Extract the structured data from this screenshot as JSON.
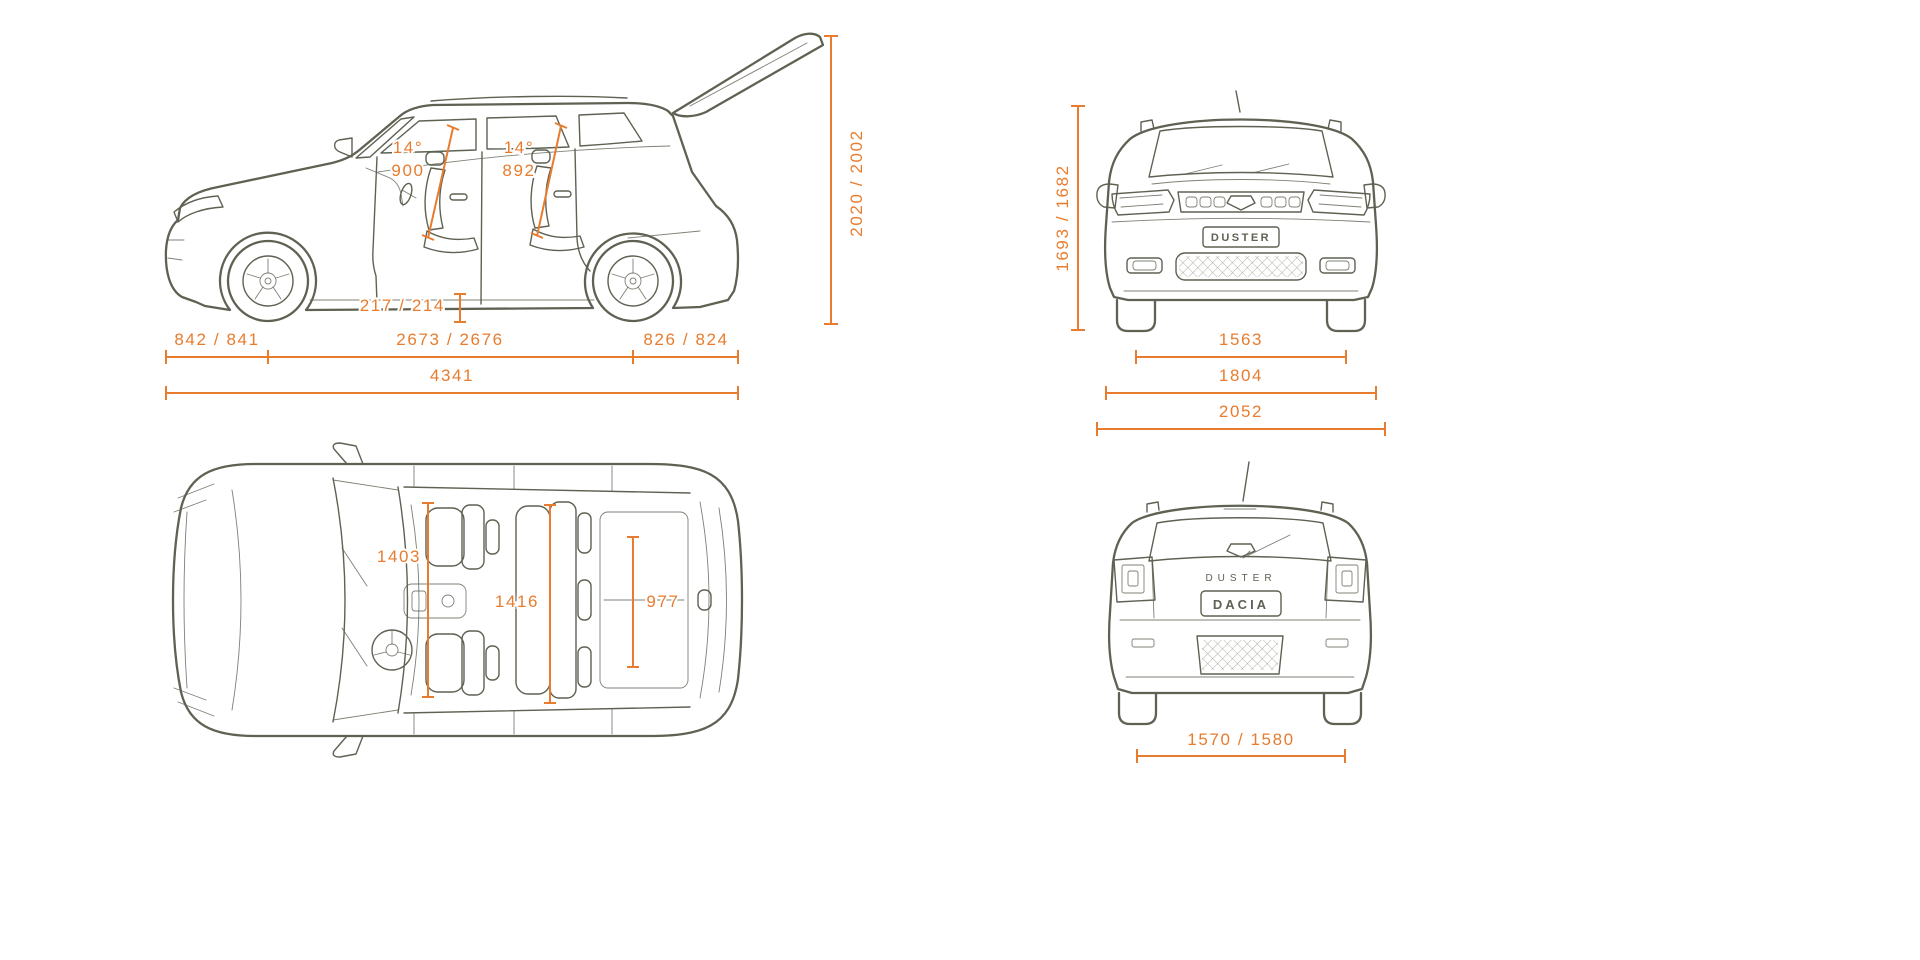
{
  "colors": {
    "outline": "#5d6252",
    "dimension": "#e87c2e",
    "background": "#ffffff"
  },
  "views": {
    "side": {
      "seat_front_angle": "14°",
      "seat_front_height": "900",
      "seat_rear_angle": "14°",
      "seat_rear_height": "892",
      "height_tailgate_open": "2020 / 2002",
      "ground_clearance": "217 / 214",
      "front_overhang": "842 / 841",
      "wheelbase": "2673 / 2676",
      "rear_overhang": "826 / 824",
      "overall_length": "4341"
    },
    "front": {
      "badge": "DUSTER",
      "height": "1693 / 1682",
      "front_track": "1563",
      "width_excl_mirrors": "1804",
      "width_incl_mirrors": "2052"
    },
    "top": {
      "front_interior_width": "1403",
      "rear_interior_width": "1416",
      "boot_length": "977"
    },
    "rear": {
      "model_badge": "DUSTER",
      "brand_badge": "DACIA",
      "rear_track": "1570 / 1580"
    }
  }
}
